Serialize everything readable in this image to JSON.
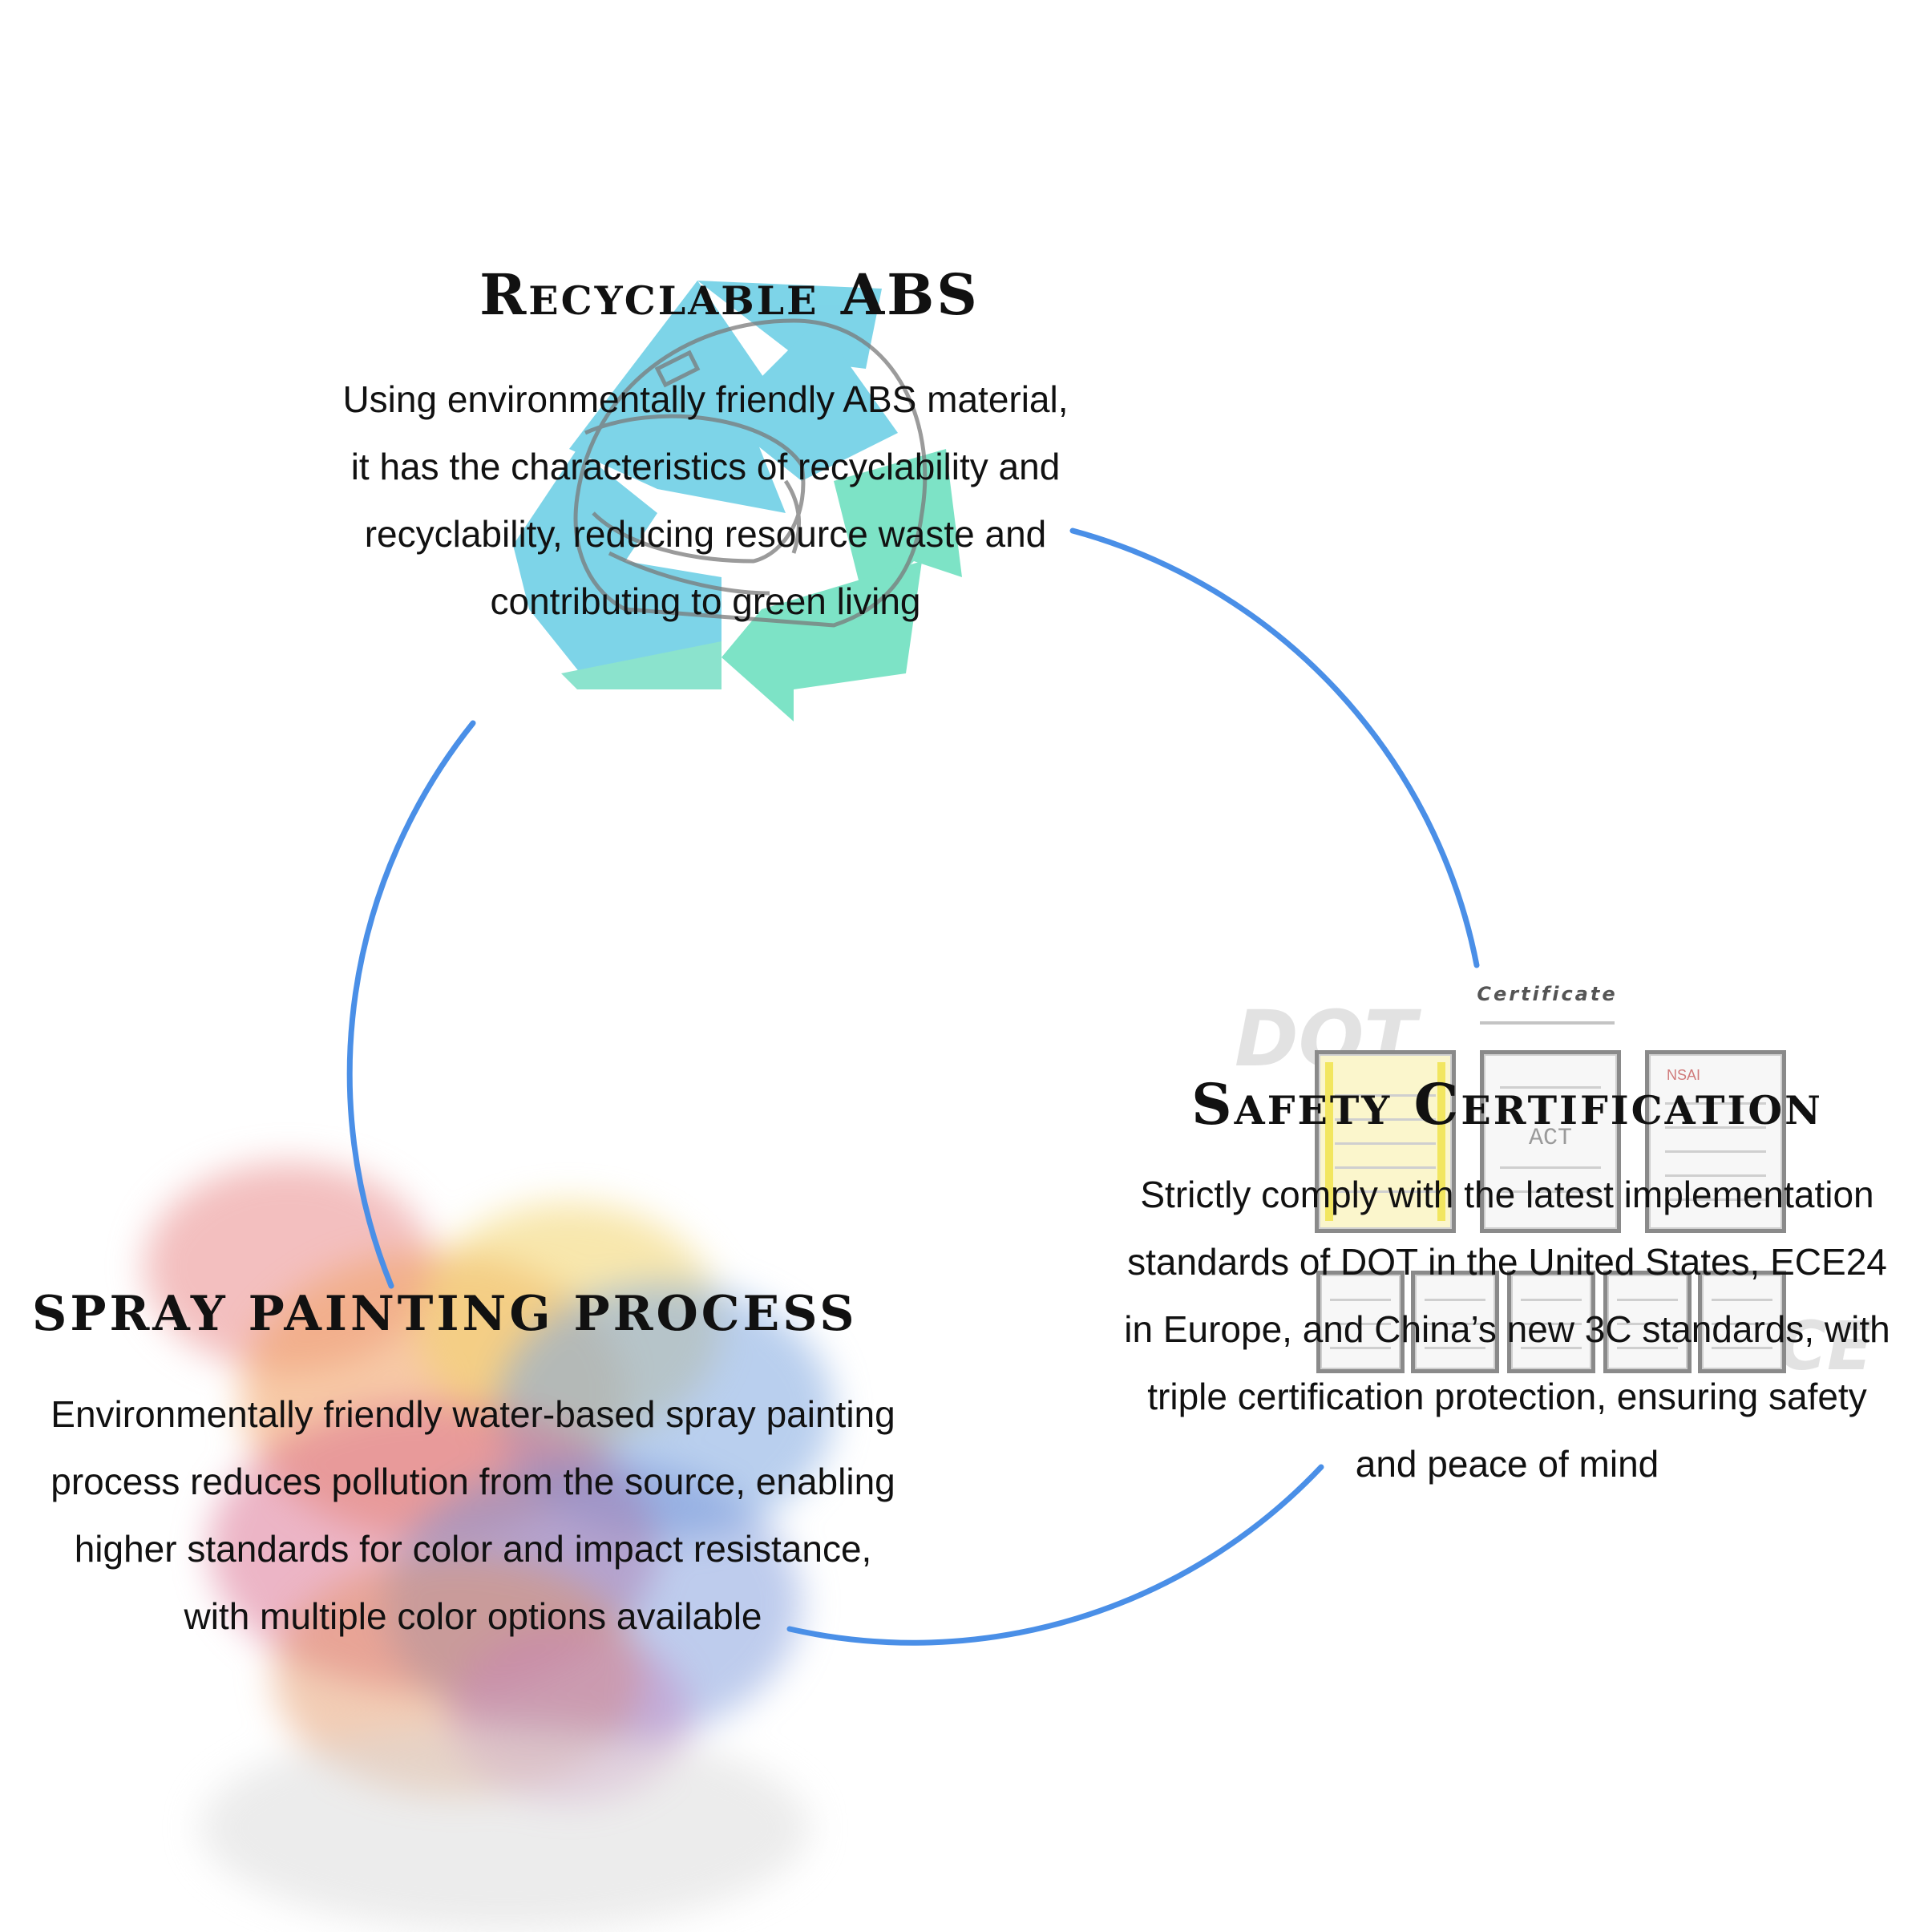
{
  "sections": {
    "recyclable": {
      "title": "Recyclable ABS",
      "body": "Using environmentally friendly ABS material,\nit has the characteristics of recyclability and\nrecyclability, reducing resource waste and\ncontributing to green living"
    },
    "safety": {
      "title": "Safety Certification",
      "body": "Strictly comply with the latest implementation\nstandards of DOT in the United States, ECE24\nin Europe, and China’s new 3C standards, with\ntriple certification protection, ensuring safety\nand peace of mind"
    },
    "spray": {
      "title": "spray painting process",
      "body": "Environmentally friendly water-based spray painting\nprocess reduces pollution from the source, enabling\nhigher standards for color and impact resistance,\nwith multiple color options available"
    }
  },
  "certificate_panel": {
    "header": "Certificate",
    "watermark_top": "DOT",
    "watermark_bottom": "ECE",
    "logos": [
      "ACT",
      "NSAI"
    ]
  },
  "colors": {
    "cycle_arc": "#4a8fe7",
    "recycle_blue": "#6fd0e6",
    "recycle_green": "#6fe0c0",
    "text": "#111111"
  },
  "icons": [
    "recycle-icon",
    "helmet-illustration",
    "paint-splash-illustration"
  ]
}
